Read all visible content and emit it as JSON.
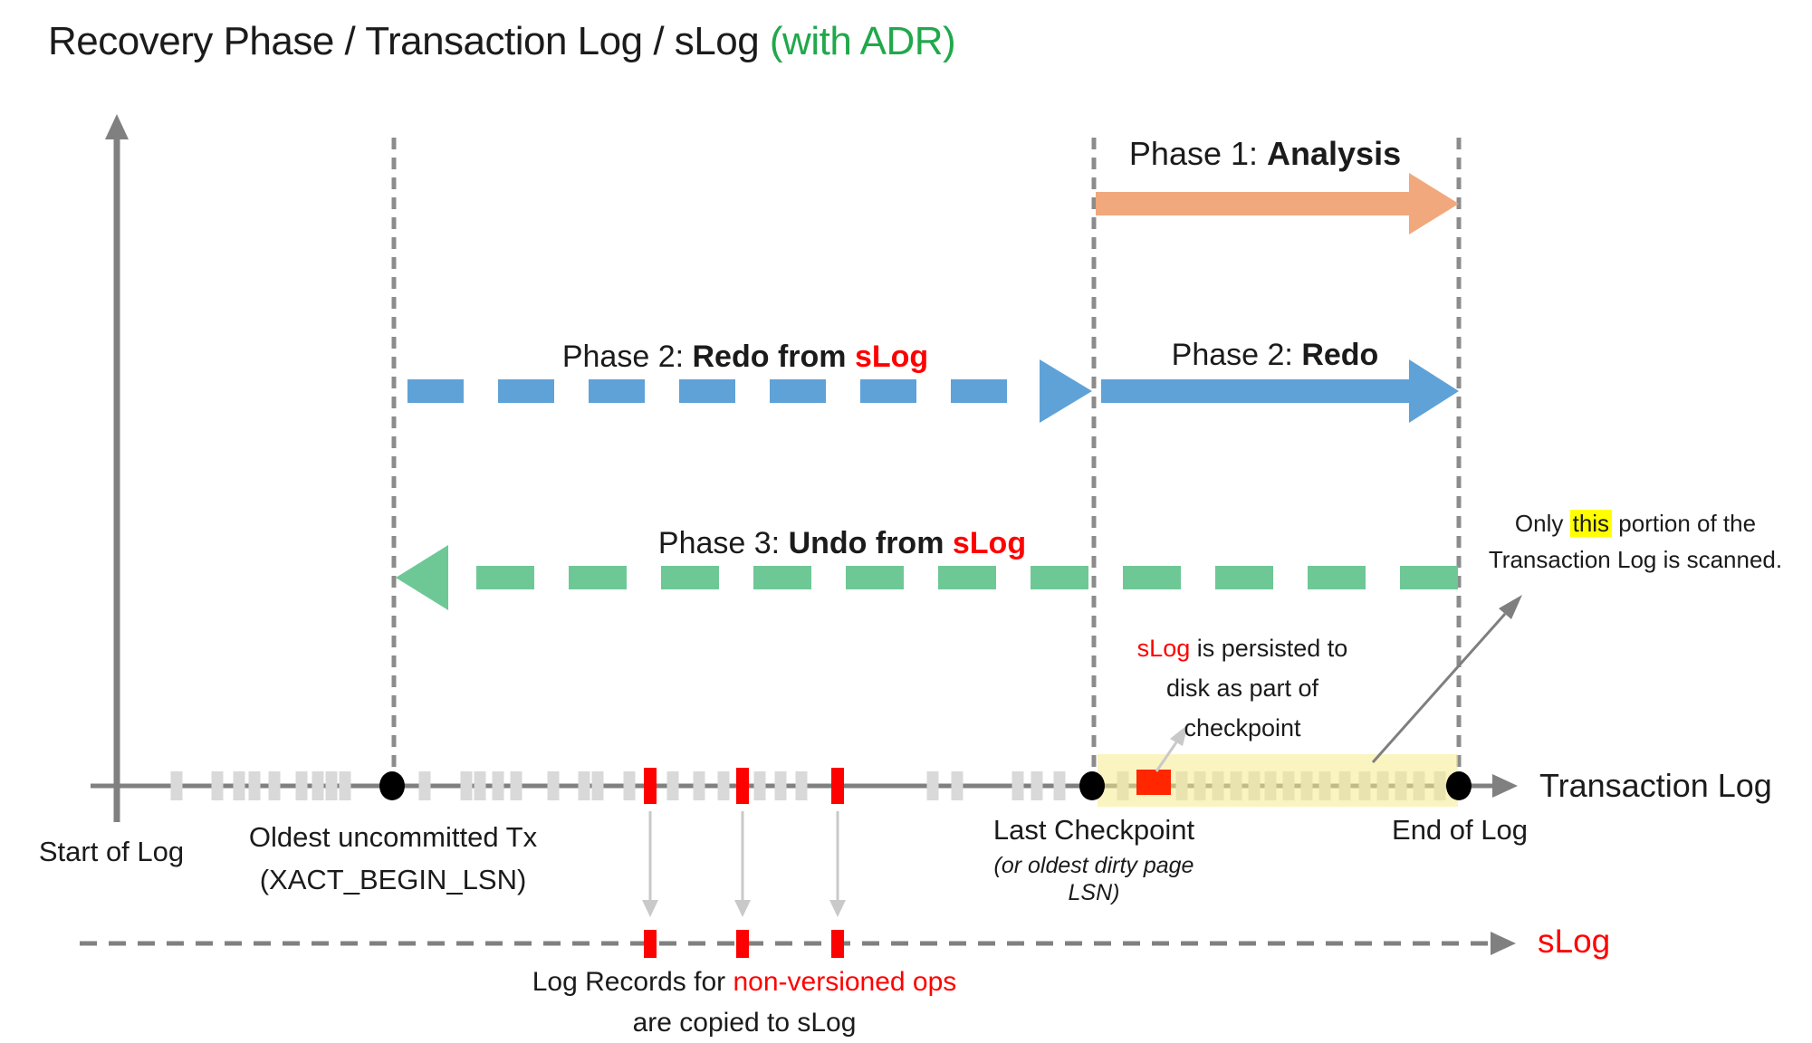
{
  "title": {
    "main": "Recovery Phase / Transaction Log / sLog ",
    "adr": "(with ADR)"
  },
  "phases": {
    "phase1": {
      "prefix": "Phase 1: ",
      "bold": "Analysis"
    },
    "phase2_slog": {
      "prefix": "Phase 2: ",
      "bold": "Redo from ",
      "red": "sLog"
    },
    "phase2": {
      "prefix": "Phase 2: ",
      "bold": "Redo"
    },
    "phase3": {
      "prefix": "Phase 3: ",
      "bold": "Undo from ",
      "red": "sLog"
    }
  },
  "annotations": {
    "scan_note": {
      "before": "Only ",
      "highlight": "this",
      "after": " portion of the",
      "line2": "Transaction Log is scanned."
    },
    "persist_note": {
      "red": "sLog",
      "line1_rest": " is persisted to",
      "line2": "disk as part of",
      "line3": "checkpoint"
    },
    "copy_note": {
      "line1_black": "Log Records for ",
      "line1_red": "non-versioned ops",
      "line2": "are copied to sLog"
    }
  },
  "axis": {
    "start_label": "Start of Log",
    "oldest_tx_line1": "Oldest uncommitted Tx",
    "oldest_tx_line2": "(XACT_BEGIN_LSN)",
    "checkpoint_line1": "Last Checkpoint",
    "checkpoint_line2": "(or oldest dirty page",
    "checkpoint_line3": "LSN)",
    "end_label": "End of Log",
    "axis_label": "Transaction Log",
    "slog_label": "sLog"
  },
  "colors": {
    "accent_green_title": "#21A84B",
    "orange_arrow": "#F1A87C",
    "blue_arrow": "#5FA2D8",
    "green_arrow": "#6EC896",
    "red": "#FF0000",
    "log_red_block": "#FF2600",
    "axis_gray": "#808080",
    "dash_gray": "#8C8C8C",
    "tick_gray": "#D9D9D9",
    "light_arrow_gray": "#C9C9C9",
    "note_arrow_gray": "#7F7F7F",
    "highlight_yellow": "#FFFF00",
    "band_yellow": "#F6EB8C"
  },
  "marks": {
    "gray_ticks": [
      195,
      240,
      264,
      281,
      303,
      333,
      351,
      366,
      381,
      469,
      515,
      530,
      550,
      570,
      611,
      645,
      660,
      695,
      743,
      772,
      799,
      839,
      862,
      885,
      1030,
      1057,
      1124,
      1145,
      1170
    ],
    "band_ticks": [
      1240,
      1305,
      1325,
      1345,
      1365,
      1385,
      1403,
      1423,
      1443,
      1463,
      1485,
      1507,
      1527,
      1547,
      1567,
      1590
    ],
    "red_ticks": [
      718,
      820,
      925
    ],
    "slog_red_ticks": [
      718,
      820,
      925
    ]
  }
}
